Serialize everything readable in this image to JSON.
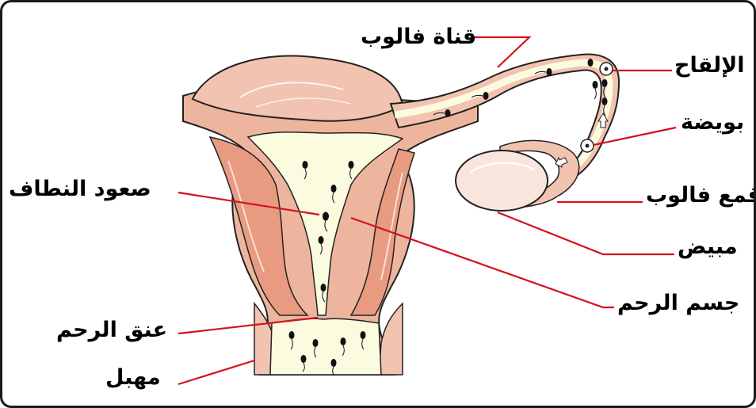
{
  "labels": {
    "fallopian_tube": "قناة فالوب",
    "fertilization": "الإلقاح",
    "ovum": "بويضة",
    "fimbriae": "قمع فالوب",
    "sperm_ascent": "صعود النطاف",
    "ovary": "مبيض",
    "uterus_body": "جسم الرحم",
    "cervix": "عنق الرحم",
    "vagina": "مهبل"
  },
  "colors": {
    "tissue": "#e8a98f",
    "tissue_light": "#f6d7c8",
    "inner_cavity": "#fbfbe0",
    "outline": "#222222",
    "leader_line": "#d4111d",
    "ovary_fill": "#f8e6dd"
  }
}
